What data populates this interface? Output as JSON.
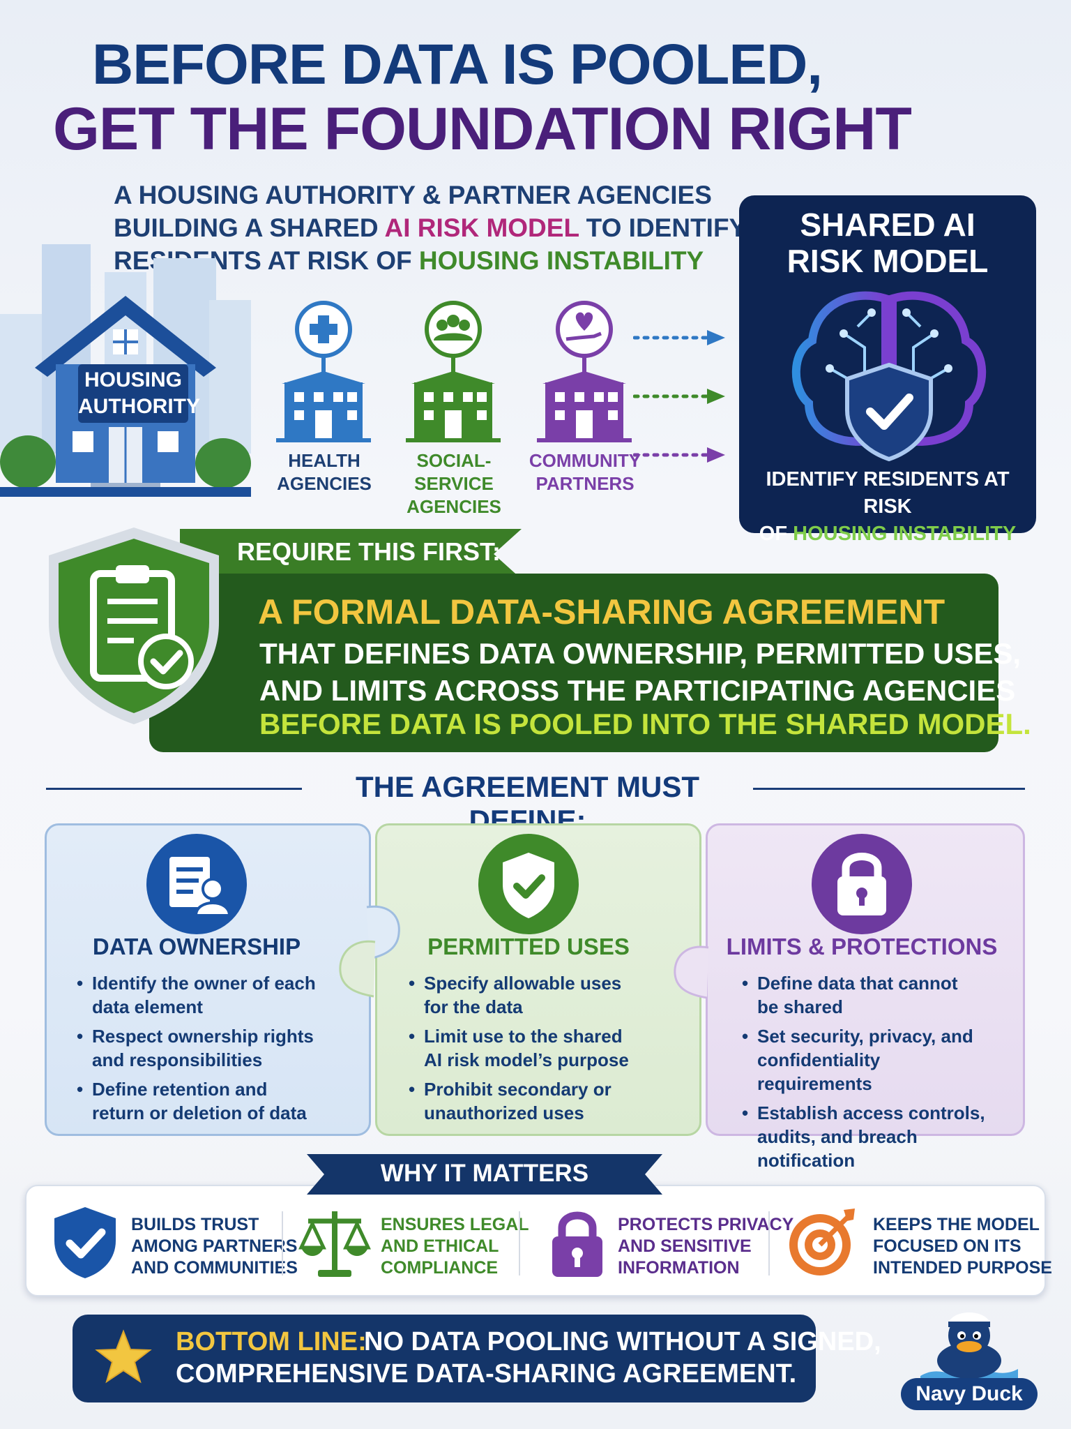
{
  "title": {
    "line1": "BEFORE DATA IS POOLED,",
    "line2": "GET THE FOUNDATION RIGHT"
  },
  "subtitle": {
    "line1": "A HOUSING AUTHORITY & PARTNER AGENCIES",
    "line2_pre": "BUILDING A SHARED ",
    "line2_hl": "AI RISK MODEL",
    "line2_post": " TO IDENTIFY",
    "line3_pre": "RESIDENTS AT RISK OF ",
    "line3_hl": "HOUSING INSTABILITY"
  },
  "housing": {
    "line1": "HOUSING",
    "line2": "AUTHORITY"
  },
  "agencies": [
    {
      "line1": "HEALTH",
      "line2": "AGENCIES",
      "color": "#2f78c4",
      "icon": "medical-cross-icon"
    },
    {
      "line1": "SOCIAL-SERVICE",
      "line2": "AGENCIES",
      "color": "#3f8a2a",
      "icon": "people-group-icon"
    },
    {
      "line1": "COMMUNITY",
      "line2": "PARTNERS",
      "color": "#7a3fa8",
      "icon": "heart-hand-icon"
    }
  ],
  "ai_model": {
    "title1": "SHARED AI",
    "title2": "RISK MODEL",
    "caption1": "IDENTIFY RESIDENTS AT RISK",
    "caption2_pre": "OF ",
    "caption2_hl": "HOUSING INSTABILITY"
  },
  "requirement": {
    "banner": "REQUIRE THIS FIRST:",
    "line1": "A FORMAL DATA-SHARING AGREEMENT",
    "line2": "THAT DEFINES DATA OWNERSHIP, PERMITTED USES,",
    "line3": "AND LIMITS ACROSS THE PARTICIPATING AGENCIES",
    "line4": "BEFORE DATA IS POOLED INTO THE SHARED MODEL."
  },
  "define": {
    "title": "THE AGREEMENT MUST DEFINE:",
    "cards": [
      {
        "title": "DATA OWNERSHIP",
        "color": "#1a55a8",
        "icon": "document-person-icon",
        "bullets": [
          [
            "Identify the owner of each",
            "data element"
          ],
          [
            "Respect ownership rights",
            "and responsibilities"
          ],
          [
            "Define retention and",
            "return or deletion of data"
          ]
        ]
      },
      {
        "title": "PERMITTED USES",
        "color": "#3f8a2a",
        "icon": "shield-check-icon",
        "bullets": [
          [
            "Specify allowable uses",
            "for the data"
          ],
          [
            "Limit use to the shared",
            "AI risk model’s purpose"
          ],
          [
            "Prohibit secondary or",
            "unauthorized uses"
          ]
        ]
      },
      {
        "title": "LIMITS & PROTECTIONS",
        "color": "#6d3a9f",
        "icon": "lock-icon",
        "bullets": [
          [
            "Define data that cannot",
            "be shared"
          ],
          [
            "Set security, privacy, and",
            "confidentiality requirements"
          ],
          [
            "Establish access controls,",
            "audits, and breach",
            "notification"
          ]
        ]
      }
    ]
  },
  "why": {
    "title": "WHY IT MATTERS",
    "items": [
      {
        "lines": [
          "BUILDS TRUST",
          "AMONG PARTNERS",
          "AND COMMUNITIES"
        ],
        "color": "#143a73",
        "icon": "shield-check-icon"
      },
      {
        "lines": [
          "ENSURES LEGAL",
          "AND ETHICAL",
          "COMPLIANCE"
        ],
        "color": "#3f8a2a",
        "icon": "scales-icon"
      },
      {
        "lines": [
          "PROTECTS PRIVACY",
          "AND SENSITIVE",
          "INFORMATION"
        ],
        "color": "#5a2d8c",
        "icon": "lock-icon"
      },
      {
        "lines": [
          "KEEPS THE MODEL",
          "FOCUSED ON ITS",
          "INTENDED PURPOSE"
        ],
        "color": "#143a73",
        "icon": "target-icon"
      }
    ]
  },
  "bottom": {
    "label": "BOTTOM LINE:",
    "text1": "NO DATA POOLING WITHOUT A SIGNED,",
    "text2": "COMPREHENSIVE DATA-SHARING AGREEMENT."
  },
  "brand": {
    "name": "Navy Duck"
  },
  "colors": {
    "navy": "#133a7a",
    "purple": "#4a1f7a",
    "green": "#3f8a2a",
    "gold": "#f2c640",
    "lime": "#c4e43c"
  }
}
